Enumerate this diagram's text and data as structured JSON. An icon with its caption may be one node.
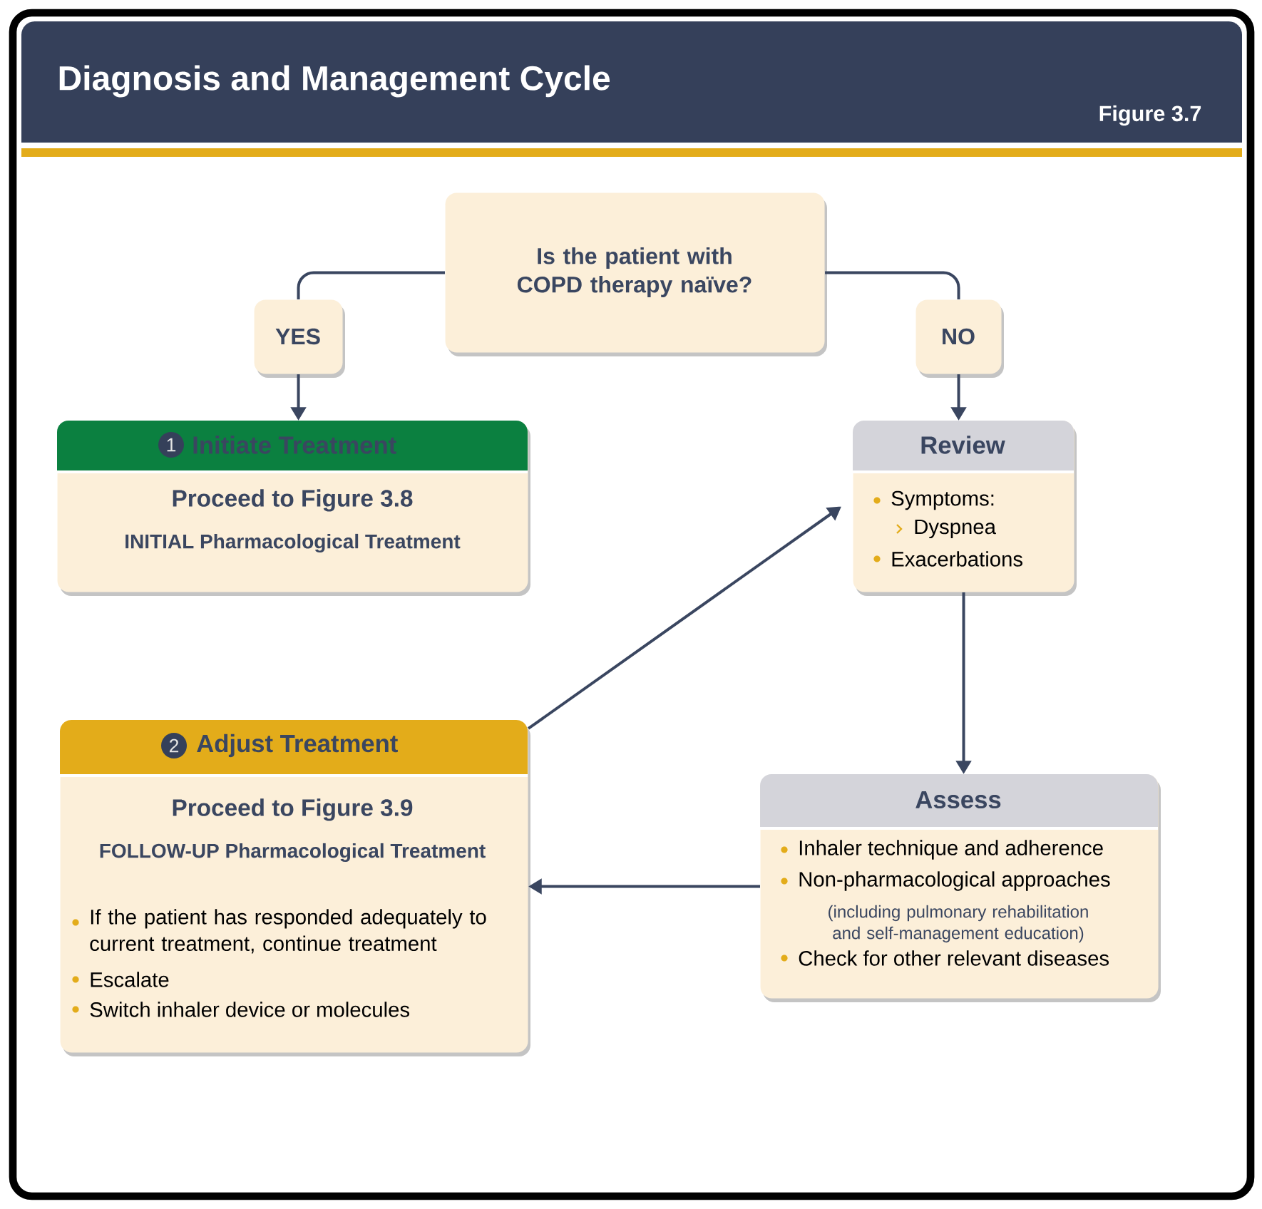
{
  "diagram": {
    "title": "Diagnosis and Management Cycle",
    "nodes": [
      {
        "text": [
          "Is the patient with COPD therapy naïve?"
        ]
      },
      {
        "text": [
          "YES"
        ]
      },
      {
        "text": [
          "NO"
        ]
      },
      {
        "text": [
          "1",
          "Initiate Treatment",
          "Proceed to Figure 3.8",
          "INITIAL Pharmacological Treatment"
        ]
      },
      {
        "text": [
          "Review",
          "Symptoms:",
          "Dyspnea",
          "Exacerbations"
        ]
      },
      {
        "text": [
          "2",
          "Adjust Treatment",
          "Proceed to Figure 3.9",
          "FOLLOW-UP Pharmacological Treatment",
          "If the patient has responded adequately to current treatment, continue treatment",
          "Escalate",
          "Switch inhaler device or molecules"
        ]
      },
      {
        "text": [
          "Assess",
          "Inhaler technique and adherence",
          "Non-pharmacological approaches",
          "(including pulmonary rehabilitation and self-management education)",
          "Check for other relevant diseases"
        ]
      }
    ],
    "edges": [
      {
        "from": 0,
        "to": 1,
        "arrow": "none"
      },
      {
        "from": 1,
        "to": 3,
        "arrow": "to"
      },
      {
        "from": 0,
        "to": 2,
        "arrow": "none"
      },
      {
        "from": 2,
        "to": 4,
        "arrow": "to"
      },
      {
        "from": 4,
        "to": 6,
        "arrow": "to"
      },
      {
        "from": 6,
        "to": 5,
        "arrow": "to"
      },
      {
        "from": 5,
        "to": 4,
        "arrow": "to"
      }
    ],
    "labels": [
      "Figure 3.7"
    ]
  }
}
